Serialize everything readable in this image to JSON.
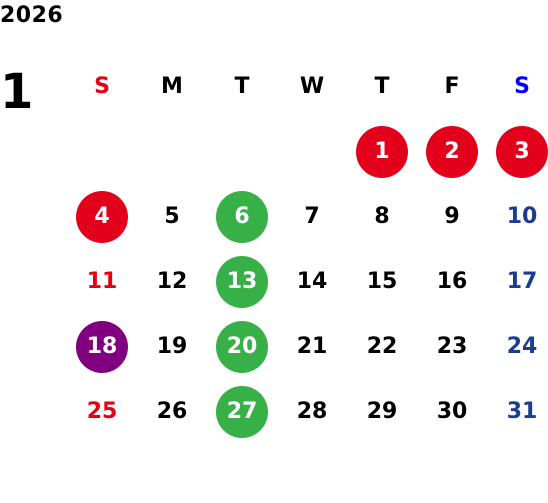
{
  "year": "2026",
  "month": "1",
  "colors": {
    "sunday_header": "#e60012",
    "saturday_header": "#0000ff",
    "weekday_header": "#000000",
    "sunday": "#e60012",
    "saturday": "#1a3d8f",
    "weekday": "#000000",
    "holiday_circle": "#e3001b",
    "green_circle": "#38b048",
    "purple_circle": "#800080",
    "circle_text": "#ffffff"
  },
  "weekdays": [
    "S",
    "M",
    "T",
    "W",
    "T",
    "F",
    "S"
  ],
  "days": [
    {
      "num": "1",
      "dow": 4,
      "mark": "holiday"
    },
    {
      "num": "2",
      "dow": 5,
      "mark": "holiday"
    },
    {
      "num": "3",
      "dow": 6,
      "mark": "holiday"
    },
    {
      "num": "4",
      "dow": 0,
      "mark": "holiday"
    },
    {
      "num": "5",
      "dow": 1,
      "mark": ""
    },
    {
      "num": "6",
      "dow": 2,
      "mark": "green"
    },
    {
      "num": "7",
      "dow": 3,
      "mark": ""
    },
    {
      "num": "8",
      "dow": 4,
      "mark": ""
    },
    {
      "num": "9",
      "dow": 5,
      "mark": ""
    },
    {
      "num": "10",
      "dow": 6,
      "mark": ""
    },
    {
      "num": "11",
      "dow": 0,
      "mark": ""
    },
    {
      "num": "12",
      "dow": 1,
      "mark": ""
    },
    {
      "num": "13",
      "dow": 2,
      "mark": "green"
    },
    {
      "num": "14",
      "dow": 3,
      "mark": ""
    },
    {
      "num": "15",
      "dow": 4,
      "mark": ""
    },
    {
      "num": "16",
      "dow": 5,
      "mark": ""
    },
    {
      "num": "17",
      "dow": 6,
      "mark": ""
    },
    {
      "num": "18",
      "dow": 0,
      "mark": "purple"
    },
    {
      "num": "19",
      "dow": 1,
      "mark": ""
    },
    {
      "num": "20",
      "dow": 2,
      "mark": "green"
    },
    {
      "num": "21",
      "dow": 3,
      "mark": ""
    },
    {
      "num": "22",
      "dow": 4,
      "mark": ""
    },
    {
      "num": "23",
      "dow": 5,
      "mark": ""
    },
    {
      "num": "24",
      "dow": 6,
      "mark": ""
    },
    {
      "num": "25",
      "dow": 0,
      "mark": ""
    },
    {
      "num": "26",
      "dow": 1,
      "mark": ""
    },
    {
      "num": "27",
      "dow": 2,
      "mark": "green"
    },
    {
      "num": "28",
      "dow": 3,
      "mark": ""
    },
    {
      "num": "29",
      "dow": 4,
      "mark": ""
    },
    {
      "num": "30",
      "dow": 5,
      "mark": ""
    },
    {
      "num": "31",
      "dow": 6,
      "mark": ""
    }
  ]
}
